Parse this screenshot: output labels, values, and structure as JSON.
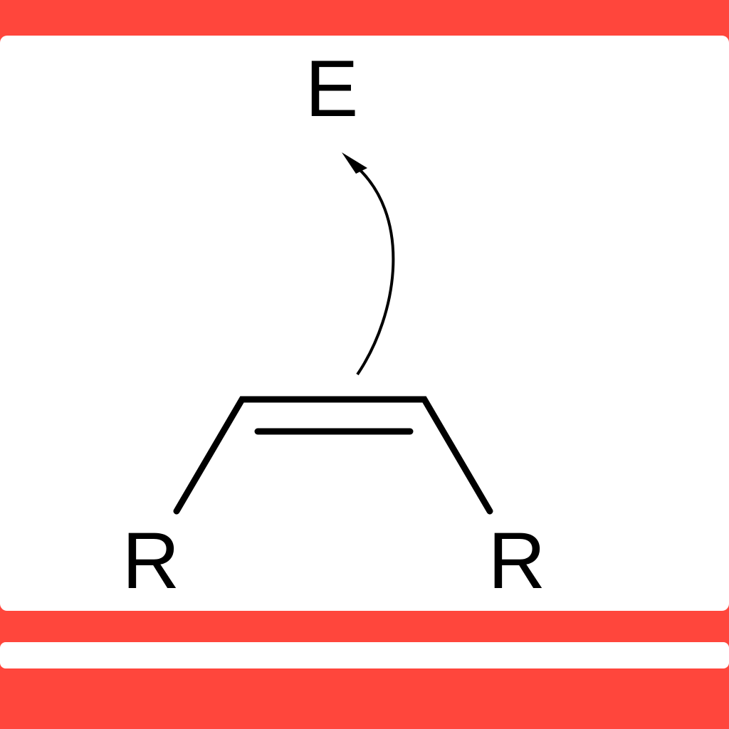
{
  "diagram": {
    "electrophile_label": "E",
    "substituent_left_label": "R",
    "substituent_right_label": "R"
  },
  "colors": {
    "frame": "#ff463c",
    "panel": "#ffffff",
    "ink": "#000000"
  },
  "icons": {
    "arrow": "curved-electron-arrow"
  }
}
